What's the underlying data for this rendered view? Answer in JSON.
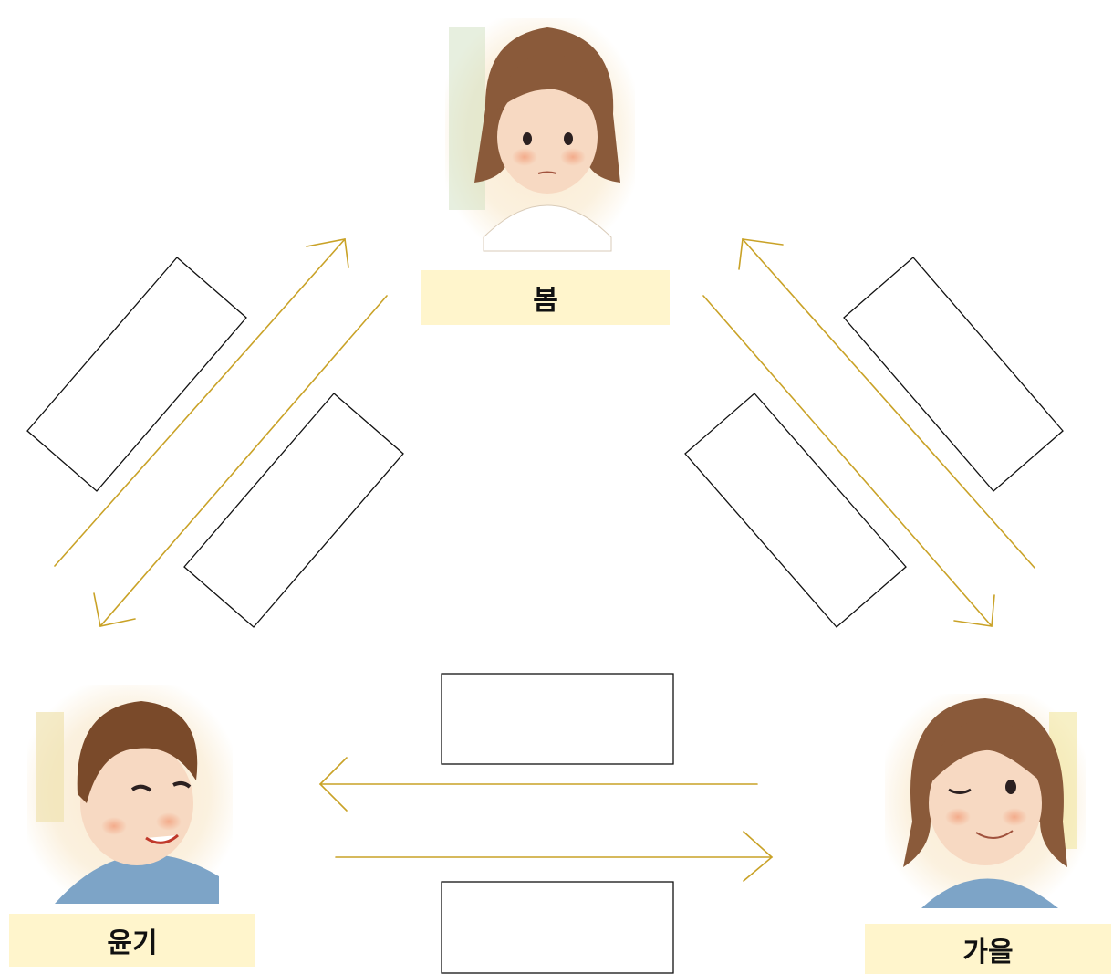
{
  "characters": {
    "bom": {
      "name": "봄"
    },
    "yungi": {
      "name": "윤기"
    },
    "gaeul": {
      "name": "가을"
    }
  },
  "colors": {
    "arrow": "#c9a227",
    "box_stroke": "#111111",
    "label_bg": "#fff5cc",
    "hair": "#8a5a3a",
    "skin": "#f7d9c2"
  },
  "icons": [
    "girl-portrait-icon",
    "boy-portrait-icon",
    "winking-girl-portrait-icon"
  ]
}
